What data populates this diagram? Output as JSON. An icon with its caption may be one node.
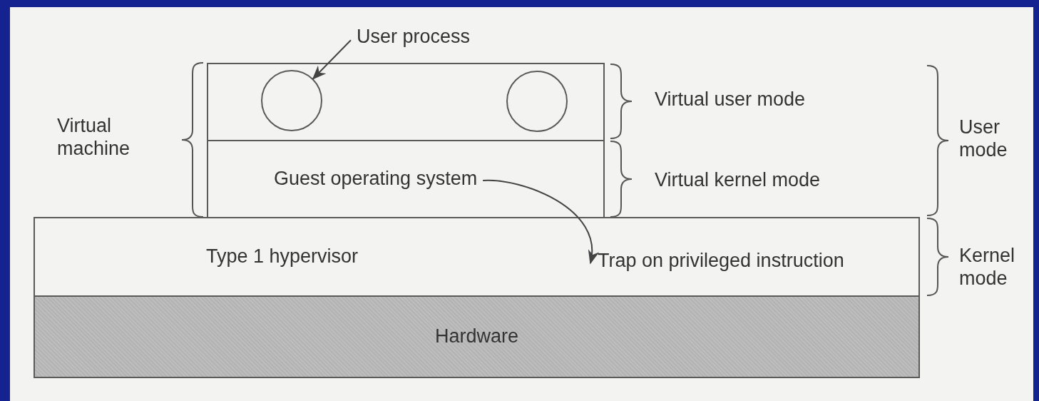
{
  "diagram": {
    "nodes": [
      {
        "text": [],
        "shape": "box"
      },
      {
        "text": [],
        "shape": "circle",
        "in": 0
      },
      {
        "text": [],
        "shape": "circle",
        "in": 0
      },
      {
        "text": [
          "Guest operating system"
        ]
      },
      {
        "text": [
          "User process"
        ]
      },
      {
        "text": [
          "Type 1 hypervisor"
        ]
      },
      {
        "text": [
          "Trap on privileged instruction"
        ],
        "in": 5
      },
      {
        "text": [
          "Hardware"
        ]
      }
    ],
    "edges": [
      {
        "from": 4,
        "to": 1,
        "arrow": "to"
      },
      {
        "from": 3,
        "to": 6,
        "arrow": "to"
      }
    ],
    "labels": [
      "Virtual machine",
      "Virtual user mode",
      "Virtual kernel mode",
      "User mode",
      "Kernel mode"
    ]
  }
}
